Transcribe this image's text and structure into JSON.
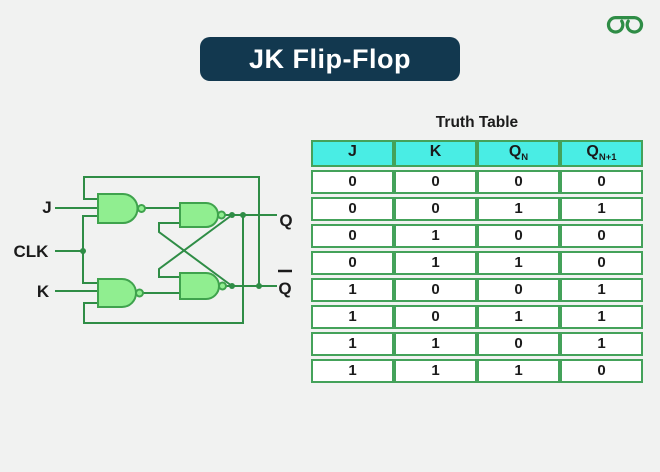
{
  "colors": {
    "background": "#f1f2f1",
    "banner": "#12384f",
    "brand_green": "#2f8d46",
    "wire_green": "#2f8d46",
    "gate_fill": "#90ee90",
    "gate_stroke": "#3fa34d",
    "table_border": "#44a25a",
    "table_header_bg": "#49ede4",
    "ink": "#1b1b1b"
  },
  "header": {
    "title": "JK Flip-Flop"
  },
  "logo": {
    "icon": "geeksforgeeks-logo"
  },
  "circuit": {
    "labels": {
      "j": "J",
      "clk": "CLK",
      "k": "K",
      "q": "Q",
      "q_bar": "Q"
    }
  },
  "truth_table": {
    "title": "Truth Table",
    "headers": [
      {
        "main": "J",
        "sub": ""
      },
      {
        "main": "K",
        "sub": ""
      },
      {
        "main": "Q",
        "sub": "N"
      },
      {
        "main": "Q",
        "sub": "N+1"
      }
    ],
    "rows": [
      [
        "0",
        "0",
        "0",
        "0"
      ],
      [
        "0",
        "0",
        "1",
        "1"
      ],
      [
        "0",
        "1",
        "0",
        "0"
      ],
      [
        "0",
        "1",
        "1",
        "0"
      ],
      [
        "1",
        "0",
        "0",
        "1"
      ],
      [
        "1",
        "0",
        "1",
        "1"
      ],
      [
        "1",
        "1",
        "0",
        "1"
      ],
      [
        "1",
        "1",
        "1",
        "0"
      ]
    ]
  }
}
